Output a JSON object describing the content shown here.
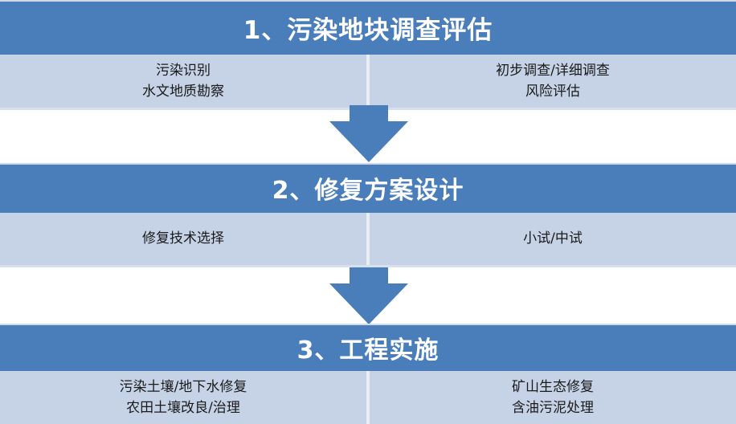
{
  "diagram": {
    "type": "vertical-process-flow",
    "colors": {
      "header_blue": "#4a7ebb",
      "body_light_blue": "#c6d3e7",
      "arrow_blue": "#4a7ebb",
      "header_text": "#ffffff",
      "body_text": "#1a1a1a",
      "background": "#ffffff"
    },
    "stages": [
      {
        "title": "1、污染地块调查评估",
        "columns": [
          {
            "lines": [
              "污染识别",
              "水文地质勘察"
            ]
          },
          {
            "lines": [
              "初步调查/详细调查",
              "风险评估"
            ]
          }
        ]
      },
      {
        "title": "2、修复方案设计",
        "columns": [
          {
            "lines": [
              "修复技术选择"
            ]
          },
          {
            "lines": [
              "小试/中试"
            ]
          }
        ]
      },
      {
        "title": "3、工程实施",
        "columns": [
          {
            "lines": [
              "污染土壤/地下水修复",
              "农田土壤改良/治理"
            ]
          },
          {
            "lines": [
              "矿山生态修复",
              "含油污泥处理"
            ]
          }
        ]
      }
    ],
    "connectors": [
      {
        "icon": "down-arrow-icon",
        "from": "1、污染地块调查评估",
        "to": "2、修复方案设计"
      },
      {
        "icon": "down-arrow-icon",
        "from": "2、修复方案设计",
        "to": "3、工程实施"
      }
    ]
  }
}
